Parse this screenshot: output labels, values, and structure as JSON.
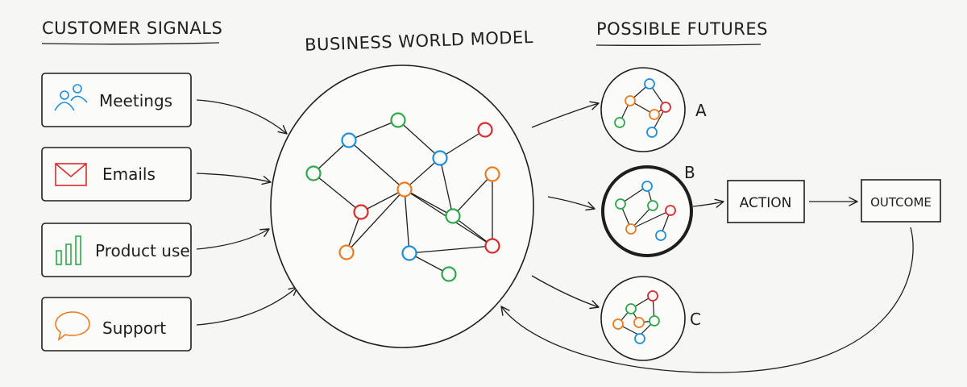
{
  "headings": {
    "signals": "CUSTOMER SIGNALS",
    "model": "BUSINESS WORLD MODEL",
    "futures": "POSSIBLE FUTURES"
  },
  "signals": [
    {
      "label": "Meetings",
      "icon": "people-icon"
    },
    {
      "label": "Emails",
      "icon": "envelope-icon"
    },
    {
      "label": "Product use",
      "icon": "bar-chart-icon"
    },
    {
      "label": "Support",
      "icon": "speech-bubble-icon"
    }
  ],
  "futures": [
    {
      "label": "A",
      "highlighted": false
    },
    {
      "label": "B",
      "highlighted": true
    },
    {
      "label": "C",
      "highlighted": false
    }
  ],
  "action": {
    "label": "ACTION"
  },
  "outcome": {
    "label": "OUTCOME"
  },
  "colors": {
    "ink": "#1e1e1e",
    "blue": "#1e8fd6",
    "green": "#2ea84a",
    "orange": "#ec7b1f",
    "red": "#d92b2b",
    "background": "#f6f6f4"
  }
}
